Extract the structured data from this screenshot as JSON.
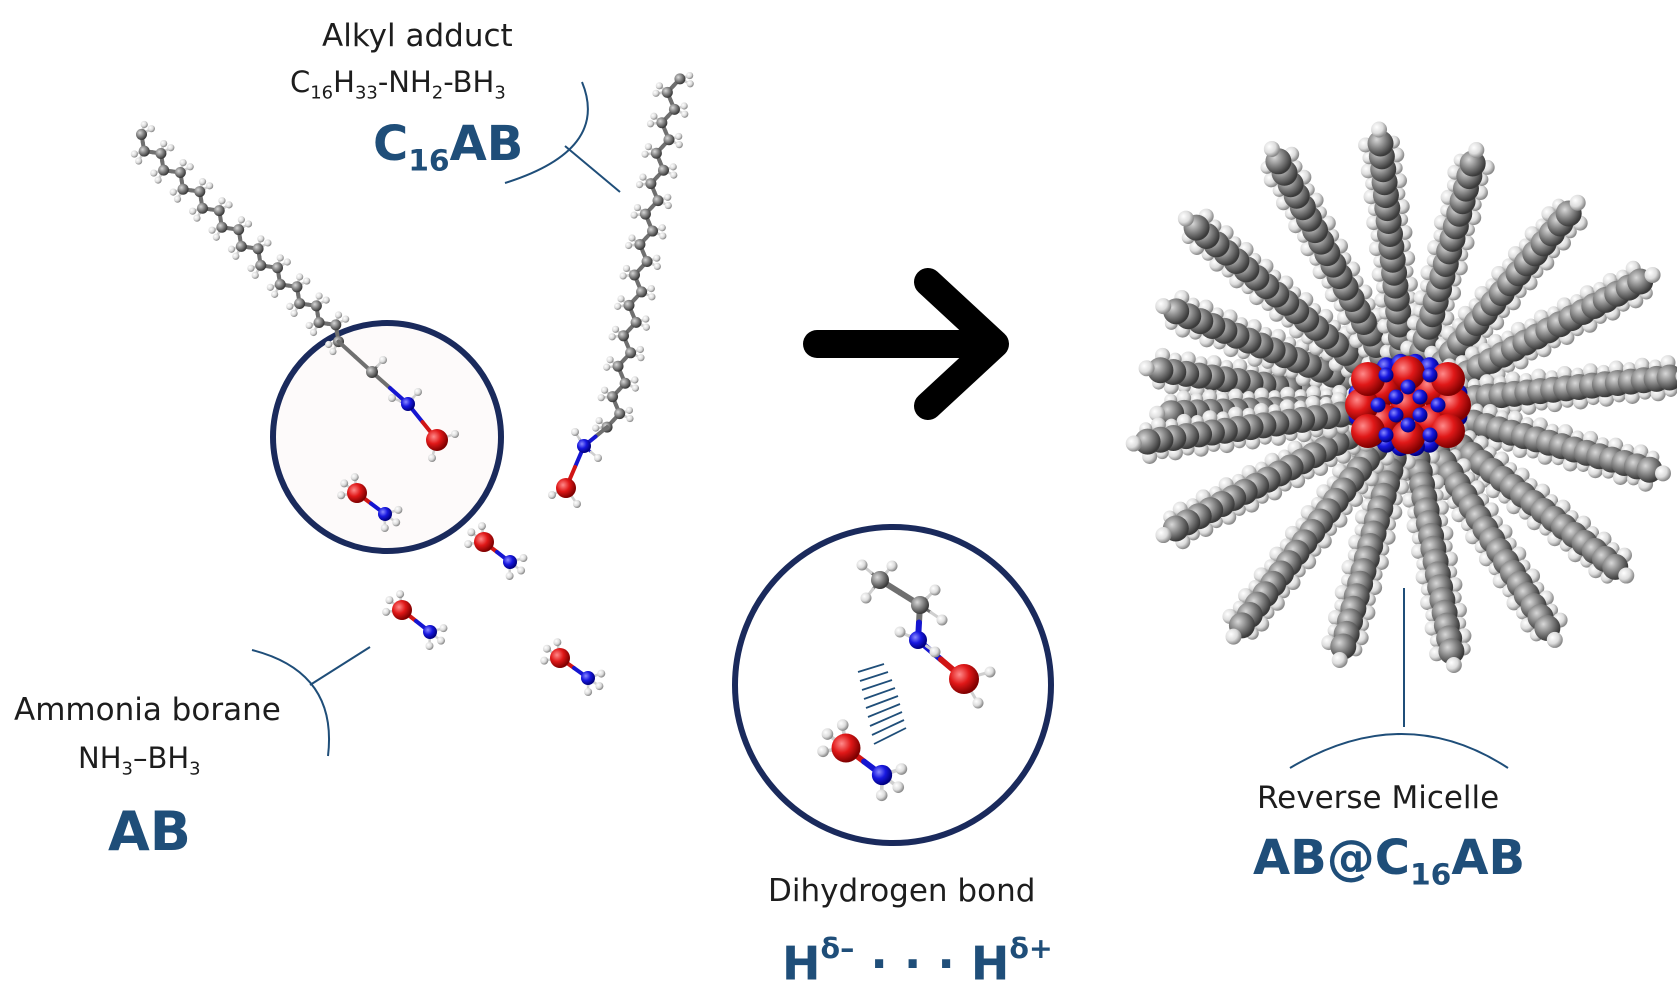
{
  "left_top": {
    "caption": "Alkyl adduct",
    "formula": {
      "c": "C",
      "c_n": "16",
      "h": "H",
      "h_n": "33",
      "rest": "-NH",
      "n_n": "2",
      "tail": "-BH",
      "b_n": "3"
    },
    "abbr": {
      "c": "C",
      "c_n": "16",
      "rest": "AB"
    }
  },
  "left_bottom": {
    "caption": "Ammonia borane",
    "formula": {
      "a": "NH",
      "a_n": "3",
      "dash": "–BH",
      "b_n": "3"
    },
    "abbr": "AB"
  },
  "center_bottom": {
    "caption": "Dihydrogen bond",
    "formula": {
      "h1": "H",
      "d1": "δ–",
      "dots": "· · ·",
      "h2": "H",
      "d2": "δ+"
    }
  },
  "right_bottom": {
    "caption": "Reverse Micelle",
    "abbr": {
      "pre": "AB@C",
      "n": "16",
      "post": "AB"
    }
  },
  "colors": {
    "accent": "#1f4e79",
    "ring": "#1a2a5c",
    "carbon": "#7a7a7a",
    "hydrogen": "#eeeeee",
    "boron": "#e01818",
    "nitrogen": "#1818e0",
    "arrow": "#000000"
  }
}
